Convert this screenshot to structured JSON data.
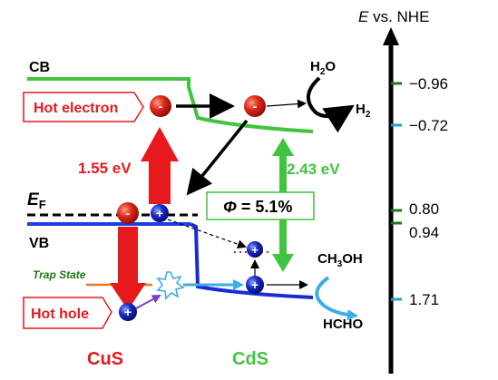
{
  "axis": {
    "title_italic": "E",
    "title_rest": " vs. NHE",
    "ticks": [
      {
        "label": "−0.96",
        "color": "#1a7a1a"
      },
      {
        "label": "−0.72",
        "color": "#2a9ad8"
      },
      {
        "label": "0.80",
        "color": "#1a7a1a"
      },
      {
        "label": "0.94",
        "color": "#1a7a1a"
      },
      {
        "label": "1.71",
        "color": "#2a9ad8"
      }
    ]
  },
  "bands": {
    "cb": "CB",
    "vb": "VB",
    "ef_main": "E",
    "ef_sub": "F",
    "trap_state": "Trap State"
  },
  "labels": {
    "hot_electron": "Hot electron",
    "hot_hole": "Hot hole",
    "gap_cus": "1.55 eV",
    "gap_cds": "2.43 eV",
    "phi_symbol": "Φ",
    "phi_value": " = 5.1%",
    "cus": "CuS",
    "cds": "CdS"
  },
  "chem": {
    "h2o_main": "H",
    "h2o_sub": "2",
    "h2o_tail": "O",
    "h2_main": "H",
    "h2_sub": "2",
    "ch3oh_main": "CH",
    "ch3oh_sub": "3",
    "ch3oh_tail": "OH",
    "hcho": "HCHO"
  },
  "carriers": {
    "electron_sign": "-",
    "hole_sign": "+"
  },
  "colors": {
    "cus_red": "#e8191c",
    "cds_green": "#3fc43f",
    "cus_vb_blue": "#1a3ee6",
    "cds_vb_blue": "#1a2bd6",
    "arrow_cyan": "#3aaee8",
    "axis_black": "#000000"
  }
}
